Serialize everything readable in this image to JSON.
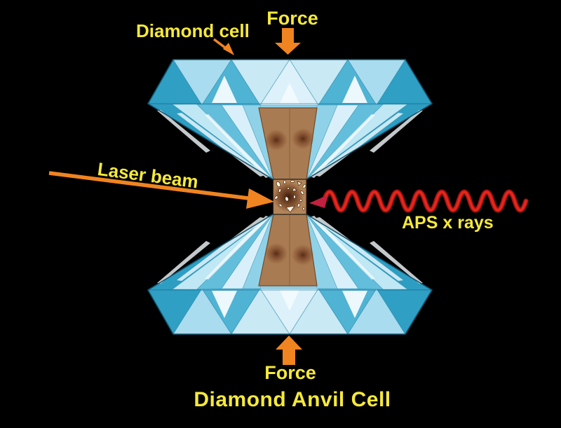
{
  "diagram": {
    "title": "Diamond Anvil Cell",
    "labels": {
      "diamond_cell": "Diamond cell",
      "force_top": "Force",
      "force_bottom": "Force",
      "laser_beam": "Laser beam",
      "aps_x_rays": "APS x rays"
    },
    "colors": {
      "background": "#000000",
      "label_yellow": "#F5E93B",
      "arrow_orange": "#F08421",
      "xray_red": "#DF231A",
      "xray_dark_red": "#A81212",
      "xray_arrowhead": "#C2203E",
      "diamond_base_blue": "#8FD2E8",
      "diamond_dark_teal": "#2E9DC2",
      "diamond_pale_blue": "#D9F0FA",
      "gasket_brown": "#A97B52",
      "sample_chamber_brown": "#B28459",
      "hotspot_dark": "#4A1D0C"
    }
  }
}
